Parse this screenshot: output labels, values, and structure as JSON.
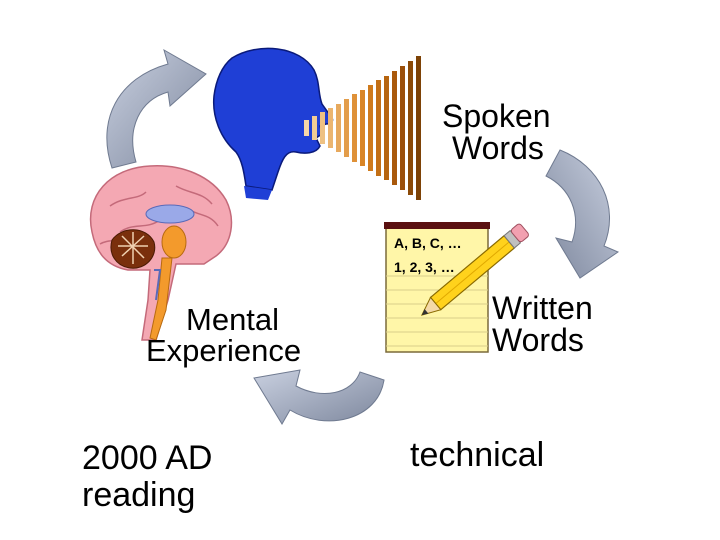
{
  "labels": {
    "spoken_line1": "Spoken",
    "spoken_line2": "Words",
    "written_line1": "Written",
    "written_line2": "Words",
    "mental_line1": "Mental",
    "mental_line2": "Experience",
    "note_line1": "A, B, C, …",
    "note_line2": "1, 2, 3, …",
    "technical": "technical",
    "reading_line1": "2000 AD",
    "reading_line2": "reading"
  },
  "icons": {
    "head": "head-silhouette-icon",
    "sound": "sound-waves-icon",
    "brain": "brain-cross-section-icon",
    "notepad": "notepad-icon",
    "pencil": "pencil-icon",
    "cycle_arrows": "cycle-arrow-icon"
  },
  "colors": {
    "head": "#1f3fd6",
    "arrow_fill": "#a9b3c9",
    "arrow_dark": "#6f7a90",
    "sound_dark": "#8b4a08",
    "sound_light": "#f6d7a8",
    "brain_pink": "#f4a8b3",
    "notepad_yellow": "#fff6a8",
    "notepad_top": "#5a1010",
    "pencil_yellow": "#ffd21c"
  }
}
